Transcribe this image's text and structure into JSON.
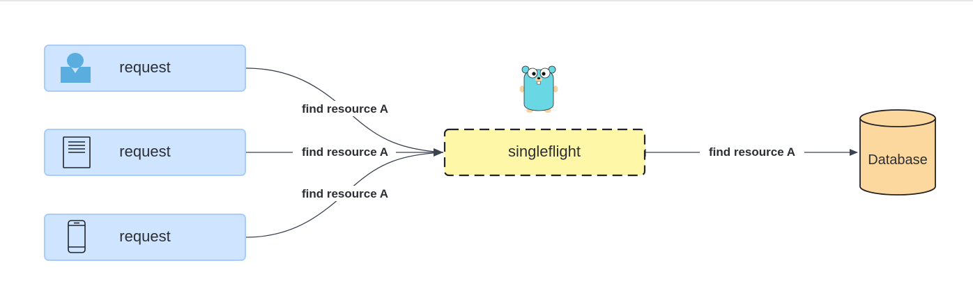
{
  "nodes": {
    "requests": [
      {
        "label": "request",
        "icon": "user-icon"
      },
      {
        "label": "request",
        "icon": "document-icon"
      },
      {
        "label": "request",
        "icon": "mobile-phone-icon"
      }
    ],
    "singleflight": {
      "label": "singleflight"
    },
    "database": {
      "label": "Database"
    },
    "mascot": {
      "icon": "go-gopher-icon"
    }
  },
  "edges": [
    {
      "label": "find resource A"
    },
    {
      "label": "find resource A"
    },
    {
      "label": "find resource A"
    },
    {
      "label": "find resource A"
    }
  ],
  "colors": {
    "request_fill": "#cfe4ff",
    "request_stroke": "#a9cdf8",
    "icon_blue": "#5aaedf",
    "singleflight_fill": "#fff7a8",
    "singleflight_stroke": "#222222",
    "database_fill": "#fcd89f",
    "connector": "#3b4250",
    "gopher": "#6ad7e5"
  }
}
